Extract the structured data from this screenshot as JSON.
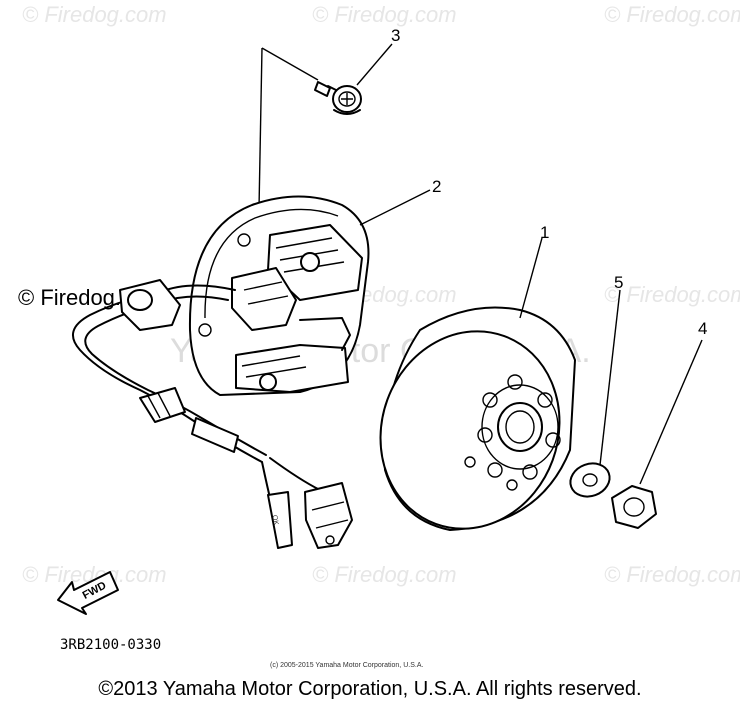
{
  "watermarks": {
    "firedog": "© Firedog.com",
    "center": "Yamaha Motor Corp, U.S.A."
  },
  "callouts": {
    "part1": "1",
    "part2": "2",
    "part3": "3",
    "part4": "4",
    "part5": "5"
  },
  "arrow_label": "FWD",
  "wire_tag": "OK",
  "diagram_code": "3RB2100-0330",
  "small_copyright": "(c) 2005-2015 Yamaha Motor Corporation, U.S.A.",
  "footer": "©2013 Yamaha Motor Corporation, U.S.A. All rights reserved."
}
